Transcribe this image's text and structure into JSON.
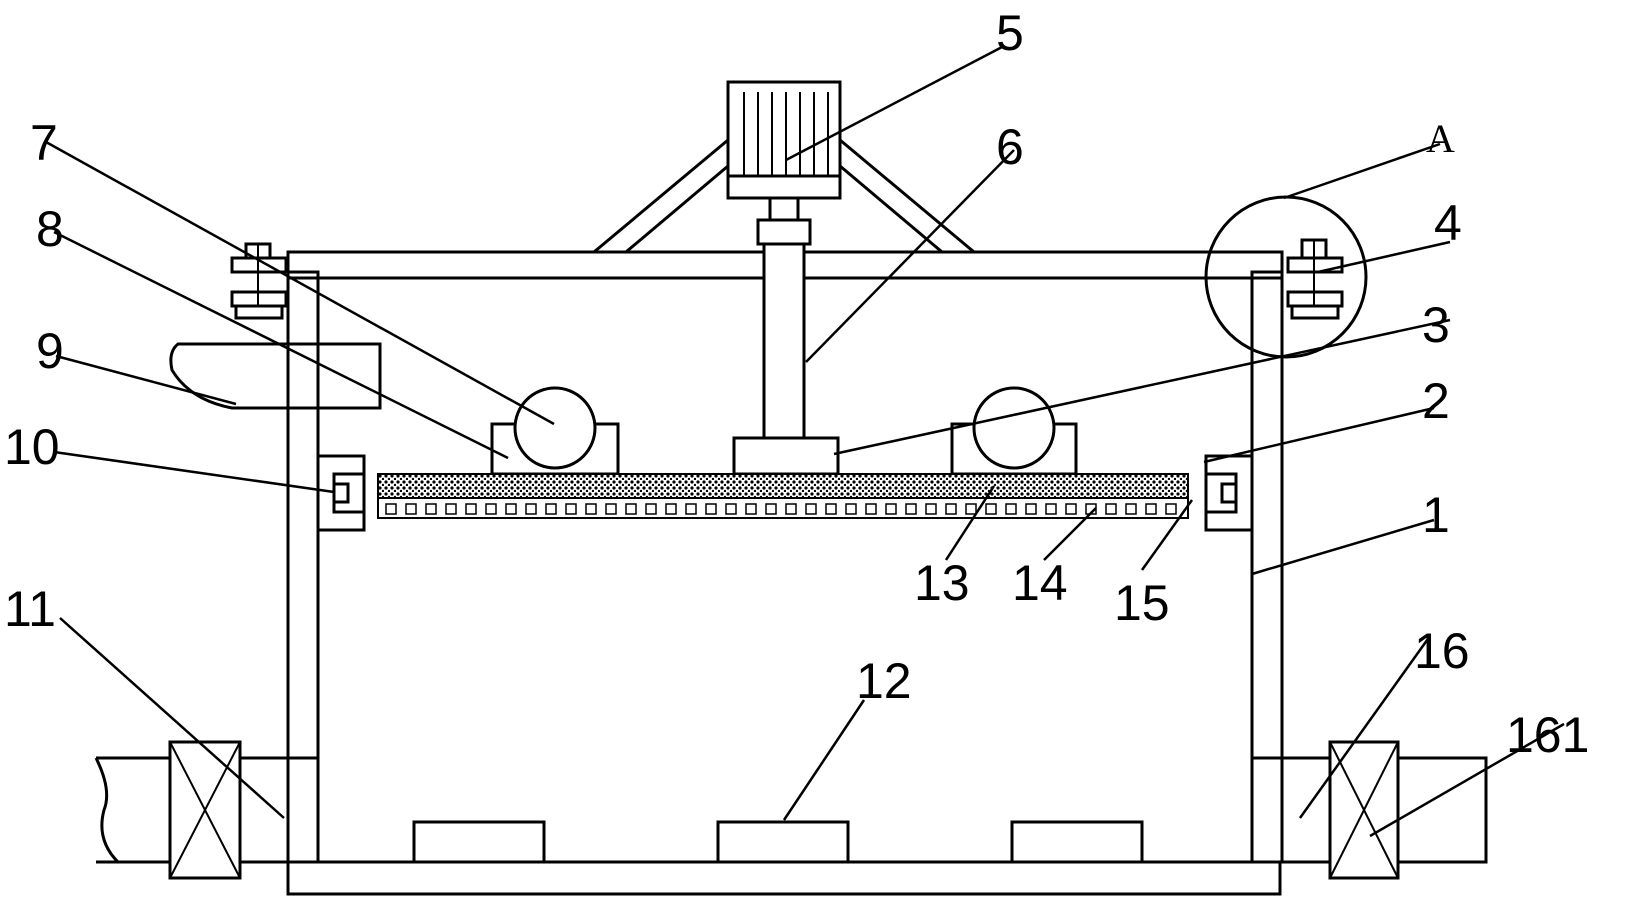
{
  "labels": {
    "l1": "1",
    "l2": "2",
    "l3": "3",
    "l4": "4",
    "l5": "5",
    "l6": "6",
    "l7": "7",
    "l8": "8",
    "l9": "9",
    "l10": "10",
    "l11": "11",
    "l12": "12",
    "l13": "13",
    "l14": "14",
    "l15": "15",
    "l16": "16",
    "l161": "161",
    "lA": "A"
  }
}
